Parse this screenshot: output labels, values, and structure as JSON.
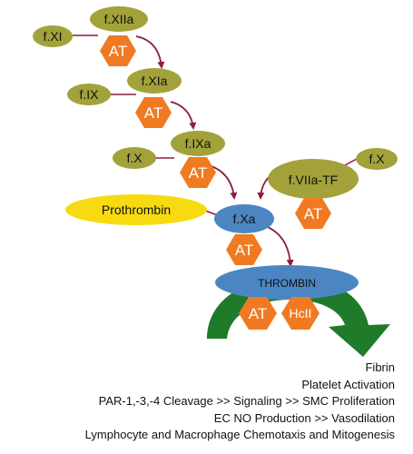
{
  "colors": {
    "factor_fill": "#a3a23a",
    "at_fill": "#f07a22",
    "enzyme_fill": "#4b86c2",
    "prothrombin_fill": "#f7db10",
    "arrow_color": "#8e1b3d",
    "green_arrow": "#1f7a2a"
  },
  "nodes": {
    "fxi": "f.XI",
    "fxiia": "f.XIIa",
    "fix": "f.IX",
    "fxia": "f.XIa",
    "fx_left": "f.X",
    "fixa": "f.IXa",
    "fx_right": "f.X",
    "fviia_tf": "f.VIIa-TF",
    "prothrombin": "Prothrombin",
    "fxa": "f.Xa",
    "thrombin": "THROMBIN"
  },
  "inhibitors": {
    "at": "AT",
    "hcii": "HcII"
  },
  "outcomes": [
    "Fibrin",
    "Platelet Activation",
    "PAR-1,-3,-4 Cleavage >> Signaling >> SMC Proliferation",
    "EC NO Production >> Vasodilation",
    "Lymphocyte and Macrophage Chemotaxis and Mitogenesis"
  ]
}
